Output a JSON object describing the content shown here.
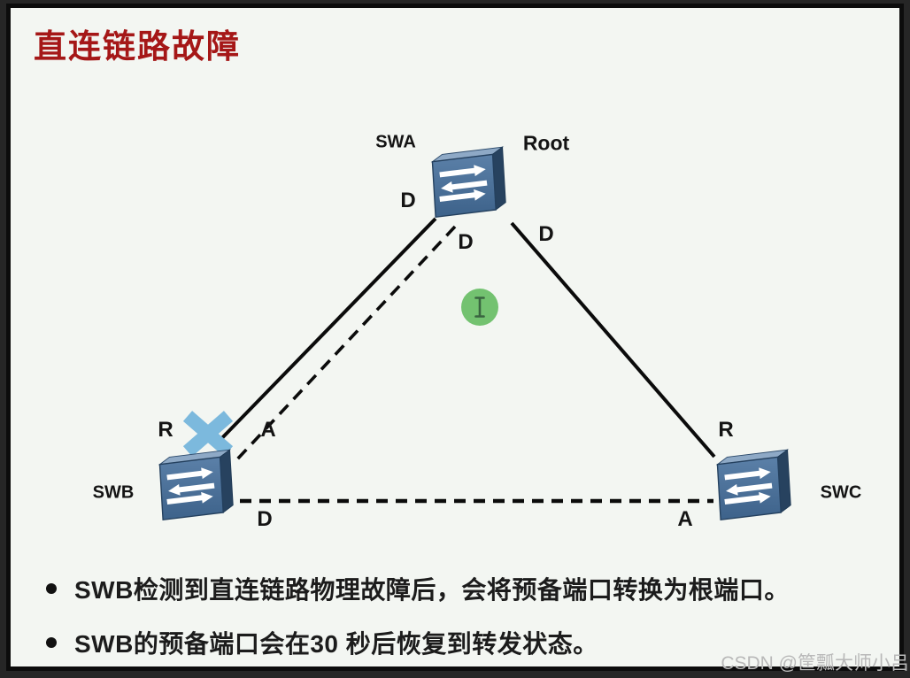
{
  "slide": {
    "title": "直连链路故障",
    "watermark": "CSDN @筐瓢大师小吕"
  },
  "diagram": {
    "swa": {
      "name": "SWA",
      "role": "Root",
      "port_left": "D",
      "port_bottom": "D",
      "port_right": "D"
    },
    "swb": {
      "name": "SWB",
      "port_top": "R",
      "port_alternate": "A",
      "port_bottom_right": "D"
    },
    "swc": {
      "name": "SWC",
      "port_top": "R",
      "port_left": "A"
    },
    "icons": {
      "failure": "x-mark-icon",
      "cursor": "text-cursor-icon",
      "switch": "switch-3d-icon"
    },
    "links": [
      {
        "from": "SWA",
        "to": "SWB",
        "style": "solid",
        "state": "failed"
      },
      {
        "from": "SWA",
        "to": "SWB",
        "style": "dashed",
        "state": "standby"
      },
      {
        "from": "SWA",
        "to": "SWC",
        "style": "solid",
        "state": "active"
      },
      {
        "from": "SWB",
        "to": "SWC",
        "style": "dashed",
        "state": "standby"
      }
    ]
  },
  "bullets": [
    "SWB检测到直连链路物理故障后，会将预备端口转换为根端口。",
    "SWB的预备端口会在30 秒后恢复到转发状态。"
  ],
  "colors": {
    "title": "#a51717",
    "background": "#f3f6f2",
    "switch_front": "#4a6f96",
    "switch_top": "#8ea9c6",
    "switch_side": "#27425f",
    "link": "#0b0b0b",
    "failure_x": "#7cb9dd",
    "cursor_green": "#68bd66",
    "text": "#1c1c1c",
    "watermark": "#b9b9b9"
  }
}
